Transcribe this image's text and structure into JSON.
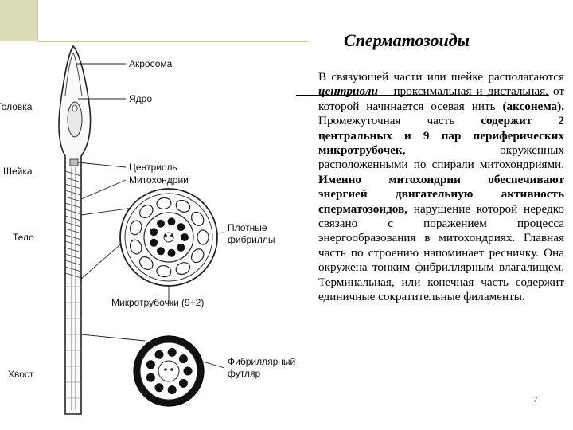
{
  "slide": {
    "title": "Сперматозоиды",
    "page_number": "7"
  },
  "diagram": {
    "side_labels": {
      "head": "Головка",
      "neck": "Шейка",
      "body": "Тело",
      "tail": "Хвост"
    },
    "callouts": {
      "acrosome": "Акросома",
      "nucleus": "Ядро",
      "centriole": "Центриоль",
      "mitochondria": "Митохондрии",
      "dense_fibrils_1": "Плотные",
      "dense_fibrils_2": "фибриллы",
      "microtubules": "Микротрубочки (9+2)",
      "fibrillar_sheath_1": "Фибриллярный",
      "fibrillar_sheath_2": "футляр"
    }
  },
  "text": {
    "s1": "В связующей части или шейке располагаются",
    "s2": "центриоли",
    "s3": "– проксимальная и дистальная, от которой начинается осевая нить",
    "s4": "(аксонема).",
    "s5": "Промежуточная часть",
    "s6": "содержит 2 центральных и 9 пар периферических микротрубочек,",
    "s7": "окруженных расположенными по спирали митохондриями.",
    "s8": "Именно митохондрии обеспечивают энергией двигательную активность сперматозоидов,",
    "s9": "нарушение которой нередко связано с поражением процесса энергообразования в митохондриях. Главная часть по строению напоминает ресничку. Она окружена тонким фибриллярным влагалищем. Терминальная, или конечная часть содержит единичные сократительные филаменты."
  }
}
